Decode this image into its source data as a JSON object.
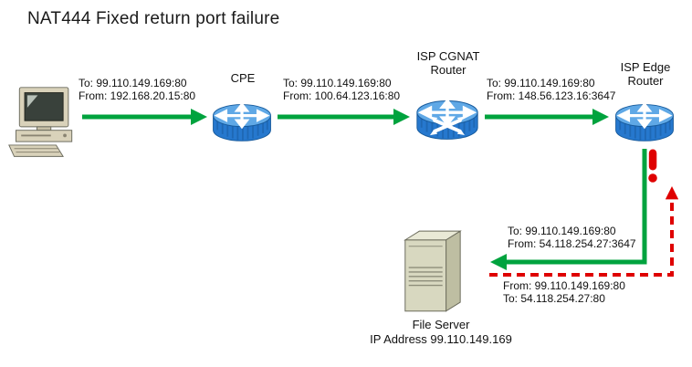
{
  "title": "NAT444 Fixed return port failure",
  "colors": {
    "arrow_green": "#00A33E",
    "arrow_red": "#DF0000",
    "router_blue": "#2678CE",
    "router_blue_light": "#5FA8E6",
    "server_beige": "#D8D8C0"
  },
  "icons": {
    "pc": "workstation-icon",
    "cpe": "router-icon",
    "cgnat": "nat-router-icon",
    "edge": "router-icon",
    "server": "file-server-icon",
    "error": "exclamation-icon"
  },
  "nodes": {
    "cpe": {
      "label": "CPE"
    },
    "cgnat": {
      "label": "ISP CGNAT\nRouter"
    },
    "edge": {
      "label": "ISP Edge\nRouter"
    },
    "server": {
      "label": "File Server",
      "ip": "IP Address 99.110.149.169"
    }
  },
  "flows": [
    {
      "line1": "To: 99.110.149.169:80",
      "line2": "From: 192.168.20.15:80"
    },
    {
      "line1": "To: 99.110.149.169:80",
      "line2": "From: 100.64.123.16:80"
    },
    {
      "line1": "To: 99.110.149.169:80",
      "line2": "From: 148.56.123.16:3647"
    },
    {
      "line1": "To: 99.110.149.169:80",
      "line2": "From: 54.118.254.27:3647"
    },
    {
      "line1": "From: 99.110.149.169:80",
      "line2": "To: 54.118.254.27:80"
    }
  ]
}
